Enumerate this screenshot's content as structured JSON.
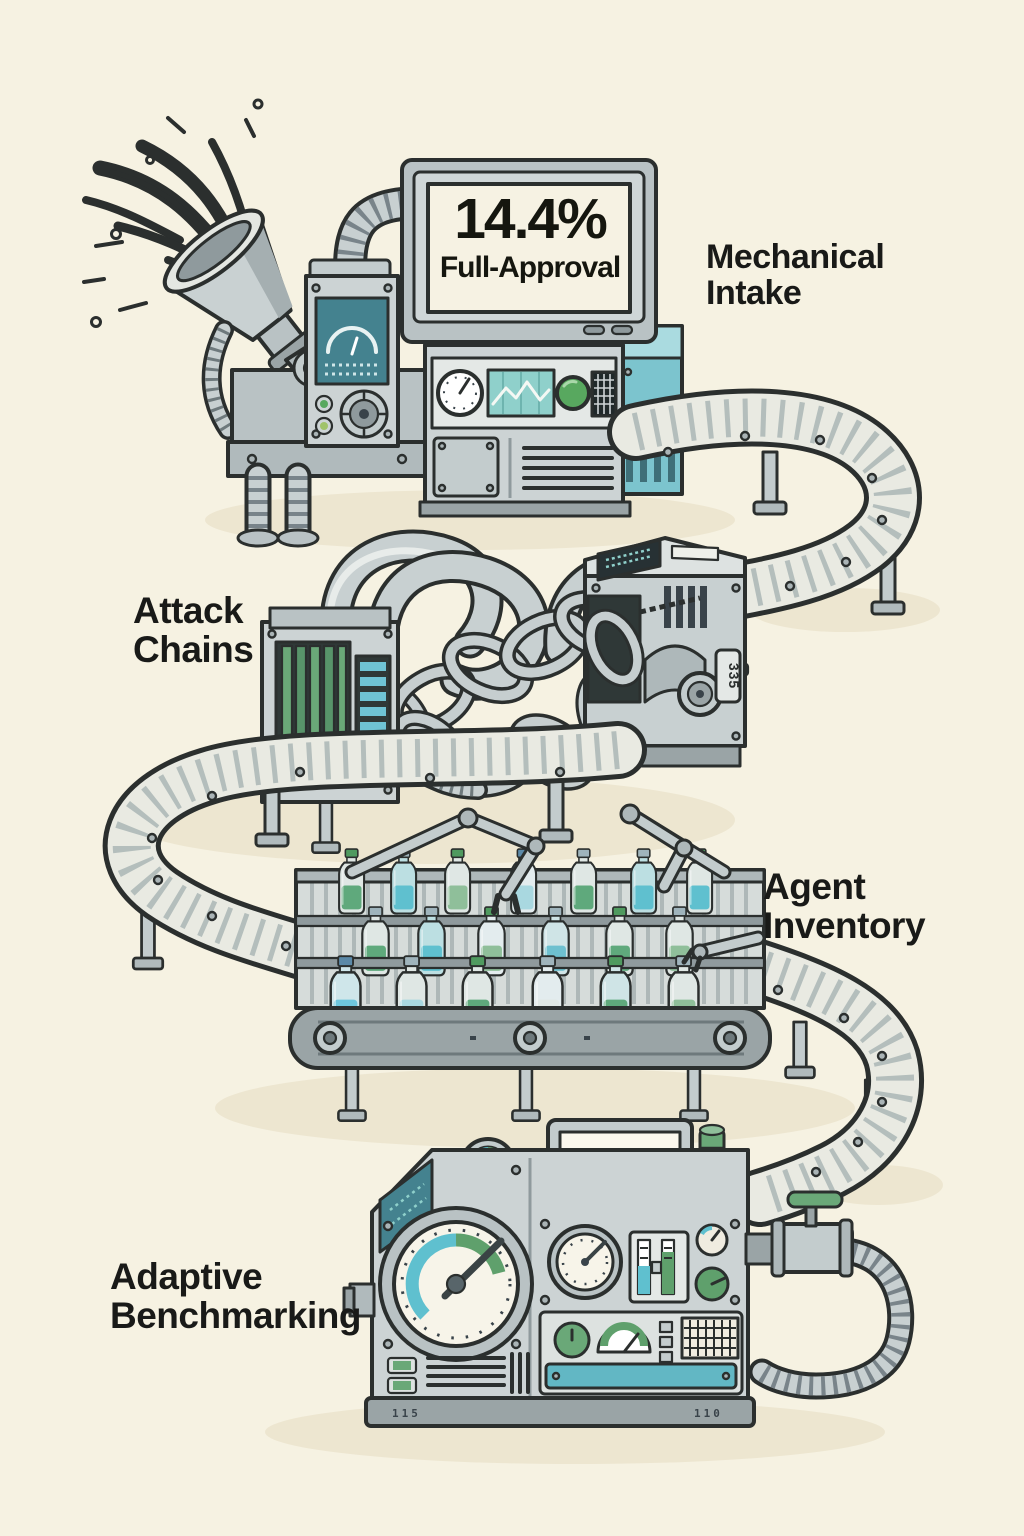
{
  "illustration": {
    "monitor": {
      "value": "14.4%",
      "caption": "Full-Approval"
    },
    "stages": {
      "mechanical_intake": {
        "line1": "Mechanical",
        "line2": "Intake"
      },
      "attack_chains": {
        "line1": "Attack",
        "line2": "Chains"
      },
      "agent_inventory": {
        "line1": "Agent",
        "line2": "Inventory"
      },
      "adaptive_benchmarking": {
        "line1": "Adaptive",
        "line2": "Benchmarking"
      }
    },
    "machine_markings": {
      "chain_unit_badge": "335",
      "base_left": "115",
      "base_right": "110"
    }
  },
  "colors": {
    "background": "#f6f2e2",
    "ink": "#2b2f2e",
    "label_ink": "#191a18",
    "machine_light": "#dde2e1",
    "machine_mid": "#c3cccd",
    "machine_dark": "#8f9a9d",
    "panel_teal": "#7cc4ce",
    "screen_teal": "#44828f",
    "accent_teal": "#5fc0cf",
    "accent_green": "#5fa06c",
    "leaf_green": "#6ea06c",
    "button_green": "#58a85f",
    "screen_cream": "#f6f2e3",
    "shadow_beige": "#eae1c9"
  }
}
